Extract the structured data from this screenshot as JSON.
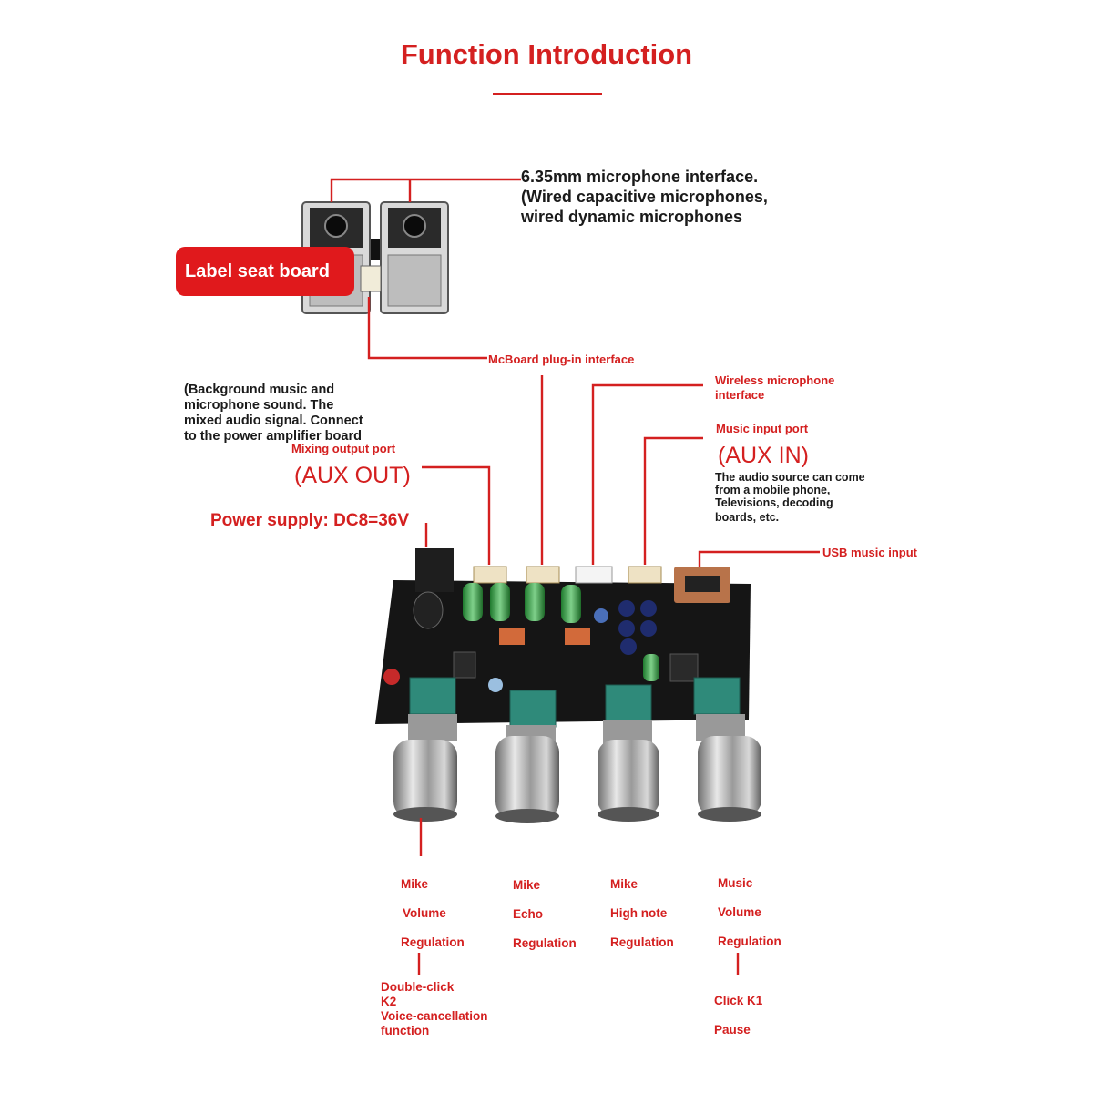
{
  "title": "Function Introduction",
  "connector": {
    "mic_interface": [
      "6.35mm microphone interface.",
      "(Wired capacitive microphones,",
      "wired dynamic microphones"
    ],
    "label_seat": "Label seat board",
    "mcboard": "McBoard plug-in interface"
  },
  "ports": {
    "wireless": [
      "Wireless microphone",
      "interface"
    ],
    "music_input": "Music input port",
    "aux_in": "(AUX IN)",
    "aux_in_note": [
      "The audio source can come",
      "from a mobile phone,",
      "Televisions, decoding",
      "boards, etc."
    ],
    "mixing_note": [
      "(Background music and",
      "microphone sound. The",
      "mixed audio signal. Connect",
      "to the power amplifier board"
    ],
    "mixing_output": "Mixing output port",
    "aux_out": "(AUX OUT)",
    "power": "Power supply: DC8=36V",
    "usb": "USB music input"
  },
  "knobs": [
    {
      "lines": [
        "Mike",
        "Volume",
        "Regulation"
      ],
      "extra": [
        "Double-click",
        "K2",
        "Voice-cancellation",
        "function"
      ]
    },
    {
      "lines": [
        "Mike",
        "Echo",
        "Regulation"
      ],
      "extra": []
    },
    {
      "lines": [
        "Mike",
        "High note",
        "Regulation"
      ],
      "extra": []
    },
    {
      "lines": [
        "Music",
        "Volume",
        "Regulation"
      ],
      "extra": [
        "Click K1",
        "Pause"
      ]
    }
  ],
  "colors": {
    "accent": "#d42020",
    "board": "#141414",
    "pot": "#2f8a7a"
  }
}
